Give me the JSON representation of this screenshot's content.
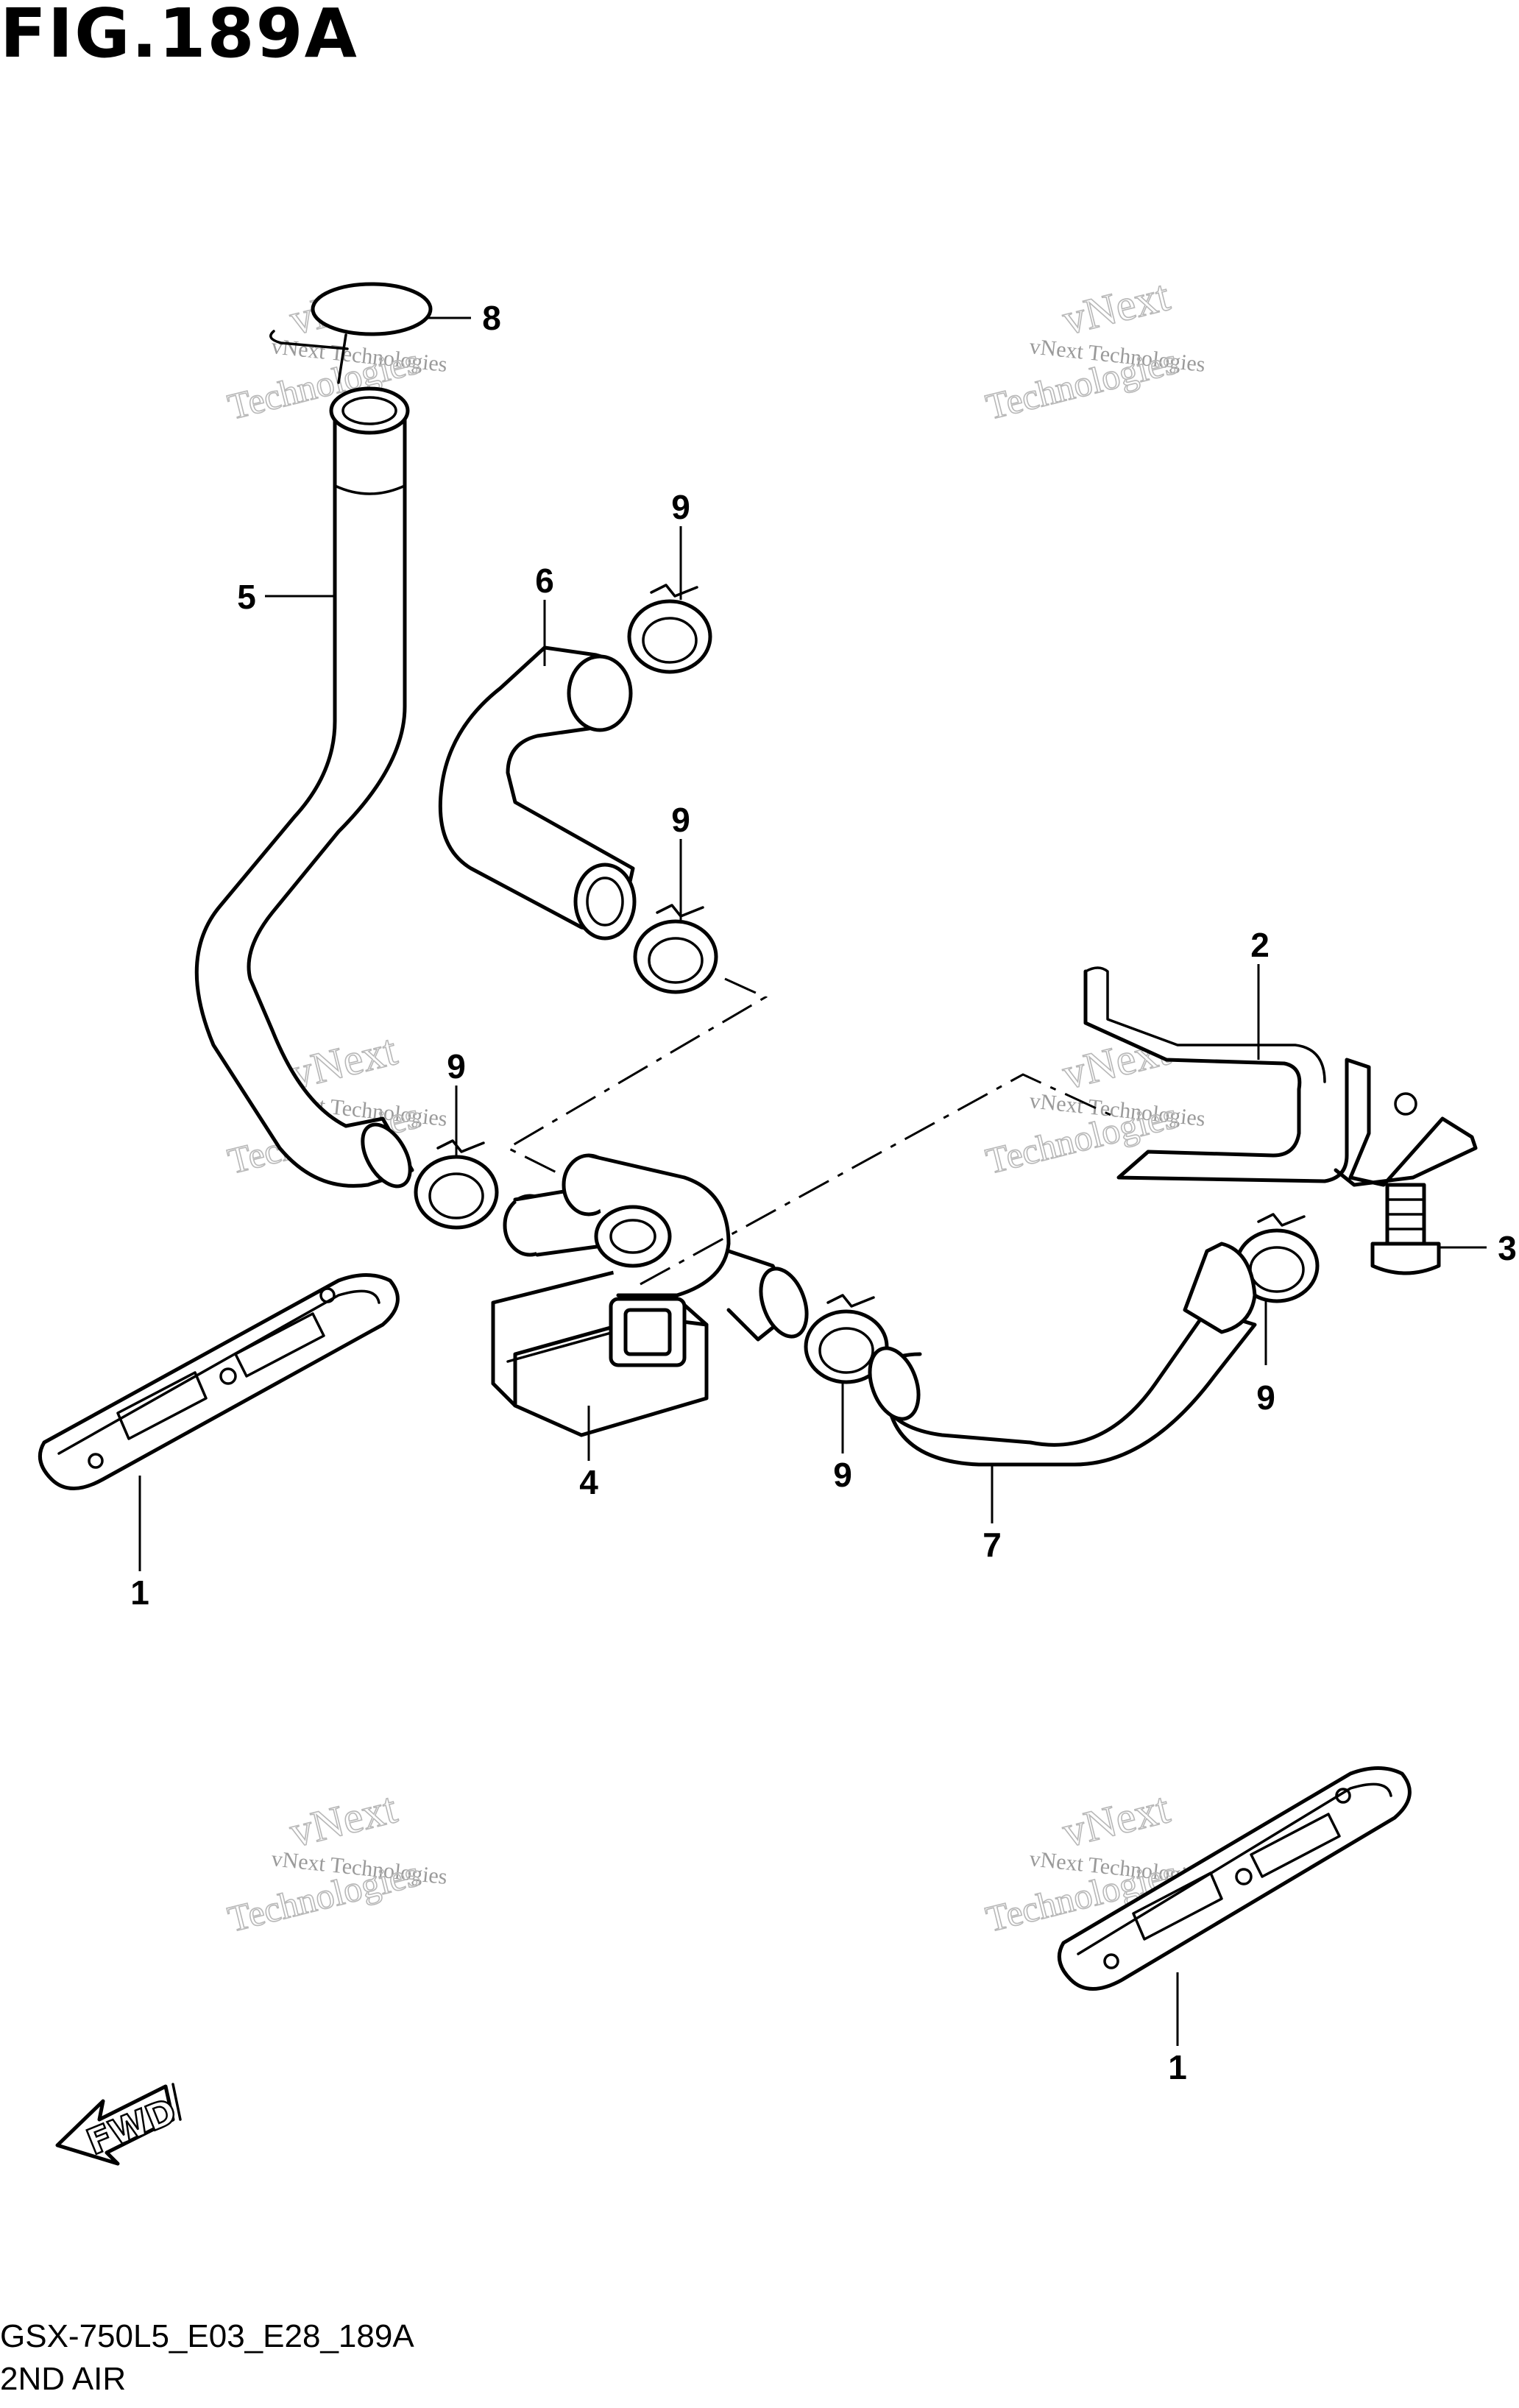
{
  "figure": {
    "title": "FIG.189A",
    "model_code": "GSX-750L5_E03_E28_189A",
    "section_name": "2ND AIR"
  },
  "direction_marker": {
    "label": "FWD"
  },
  "watermark": {
    "line1": "vNext Technologies",
    "line2": "vNext",
    "line3": "Technologies"
  },
  "callouts": [
    {
      "id": "c8",
      "label": "8"
    },
    {
      "id": "c5",
      "label": "5"
    },
    {
      "id": "c6",
      "label": "6"
    },
    {
      "id": "c9a",
      "label": "9"
    },
    {
      "id": "c9b",
      "label": "9"
    },
    {
      "id": "c9c",
      "label": "9"
    },
    {
      "id": "c2",
      "label": "2"
    },
    {
      "id": "c3",
      "label": "3"
    },
    {
      "id": "c9d",
      "label": "9"
    },
    {
      "id": "c4",
      "label": "4"
    },
    {
      "id": "c9e",
      "label": "9"
    },
    {
      "id": "c7",
      "label": "7"
    },
    {
      "id": "c1a",
      "label": "1"
    },
    {
      "id": "c1b",
      "label": "1"
    }
  ]
}
